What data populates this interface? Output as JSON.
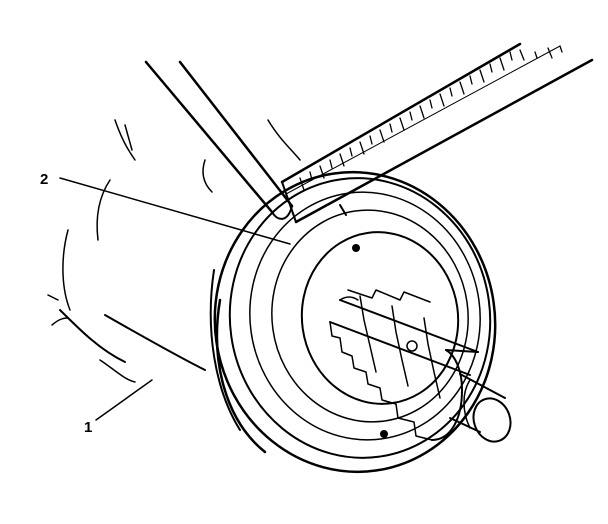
{
  "figure": {
    "callouts": [
      {
        "id": "callout-1",
        "label": "1"
      },
      {
        "id": "callout-2",
        "label": "2"
      }
    ],
    "ink_color": "#000000",
    "background_color": "#ffffff"
  }
}
